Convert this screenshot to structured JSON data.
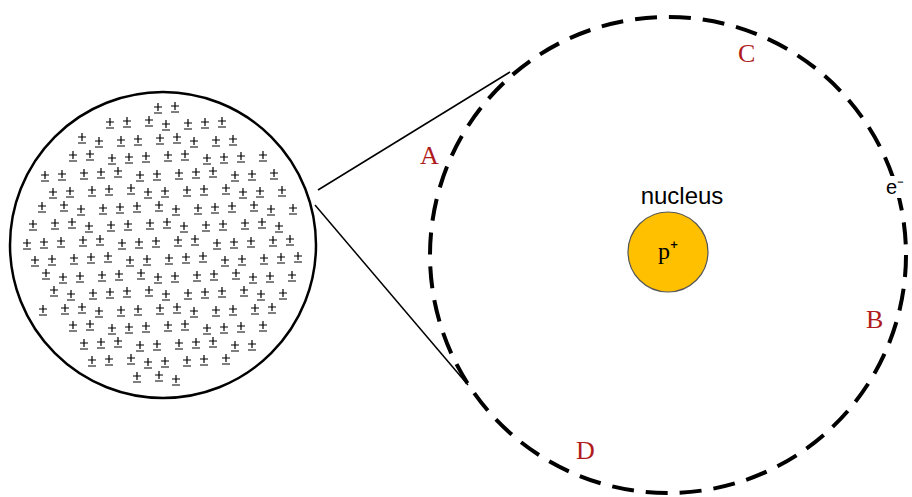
{
  "diagram": {
    "nodes": [
      {
        "text": [
          "nucleus",
          "p⁺"
        ]
      }
    ],
    "labels": [
      "C",
      "A",
      "e⁻",
      "B",
      "D"
    ]
  }
}
